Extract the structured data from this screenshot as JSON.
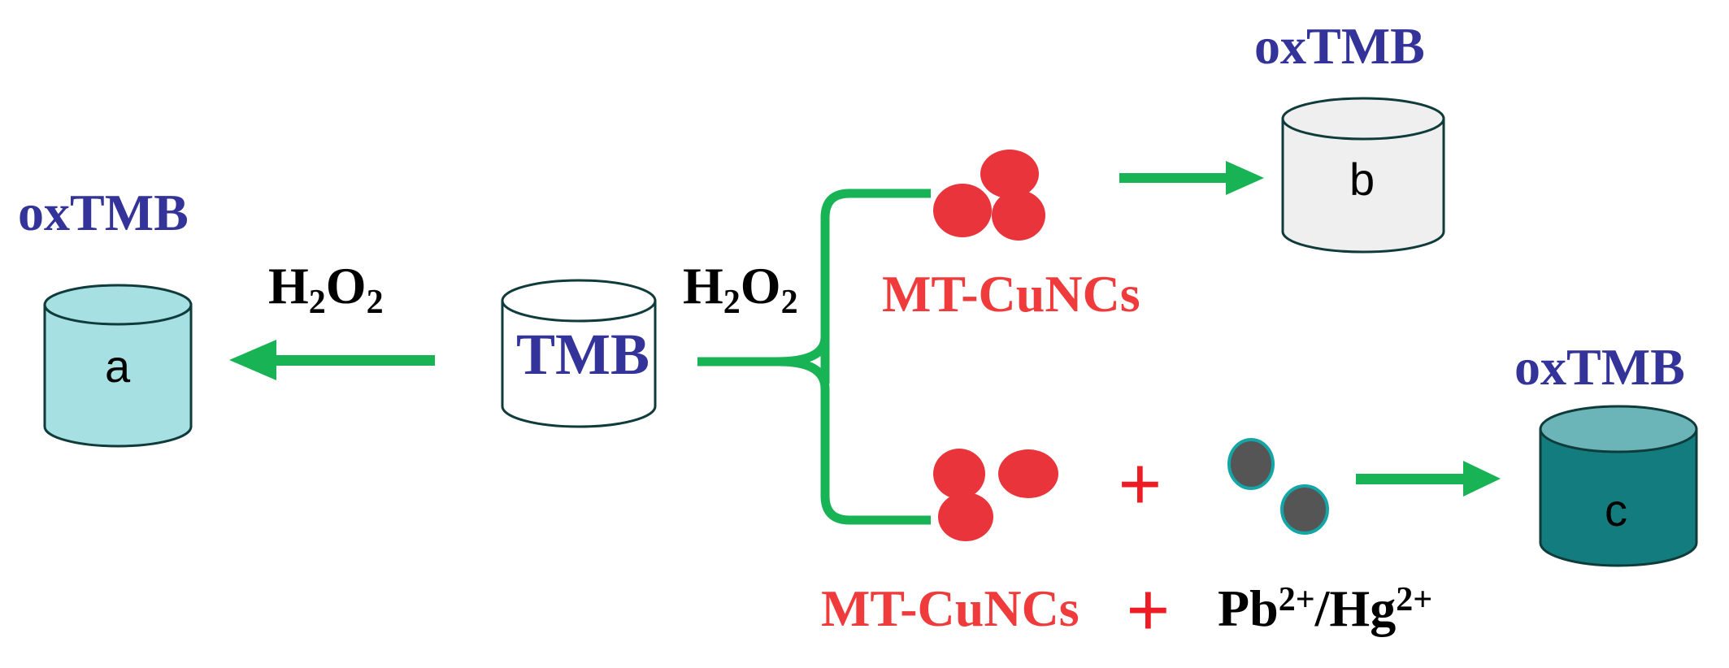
{
  "colors": {
    "arrow": "#18b354",
    "cluster": "#e8343a",
    "ion": "#555555",
    "ion_ring": "#14a6a6",
    "plus": "#ee1c24",
    "cyl_outline": "#0f3b3b"
  },
  "left": {
    "oxtmb_label": "oxTMB",
    "vial_letter": "a",
    "reagent_base": "H",
    "reagent_sub1": "2",
    "reagent_mid": "O",
    "reagent_sub2": "2",
    "vial_color": "#a7e0e2"
  },
  "center": {
    "vial_label": "TMB",
    "reagent_base": "H",
    "reagent_sub1": "2",
    "reagent_mid": "O",
    "reagent_sub2": "2",
    "vial_color": "#ffffff"
  },
  "upper": {
    "catalyst_label": "MT-CuNCs",
    "oxtmb_label": "oxTMB",
    "vial_letter": "b",
    "vial_color": "#efefef"
  },
  "lower": {
    "catalyst_label": "MT-CuNCs",
    "plus_symbol": "+",
    "ion_base1": "Pb",
    "ion_sup1": "2+",
    "ion_sep": "/",
    "ion_base2": "Hg",
    "ion_sup2": "2+",
    "oxtmb_label": "oxTMB",
    "vial_letter": "c",
    "vial_color": "#137c7e",
    "vial_top_color": "#6bb4b8"
  }
}
